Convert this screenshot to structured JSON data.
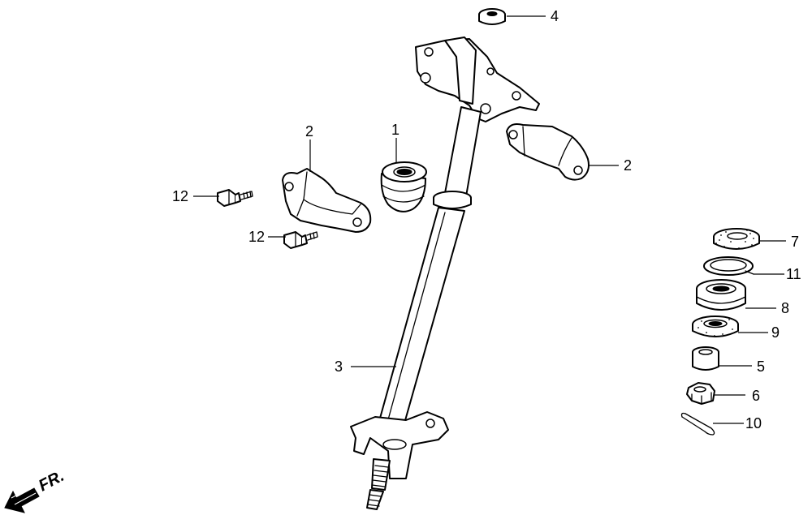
{
  "diagram": {
    "callouts": [
      {
        "id": "c1",
        "label": "1"
      },
      {
        "id": "c2a",
        "label": "2"
      },
      {
        "id": "c2b",
        "label": "2"
      },
      {
        "id": "c3",
        "label": "3"
      },
      {
        "id": "c4",
        "label": "4"
      },
      {
        "id": "c5",
        "label": "5"
      },
      {
        "id": "c6",
        "label": "6"
      },
      {
        "id": "c7",
        "label": "7"
      },
      {
        "id": "c8",
        "label": "8"
      },
      {
        "id": "c9",
        "label": "9"
      },
      {
        "id": "c10",
        "label": "10"
      },
      {
        "id": "c11",
        "label": "11"
      },
      {
        "id": "c12a",
        "label": "12"
      },
      {
        "id": "c12b",
        "label": "12"
      }
    ],
    "direction_label": "FR."
  }
}
